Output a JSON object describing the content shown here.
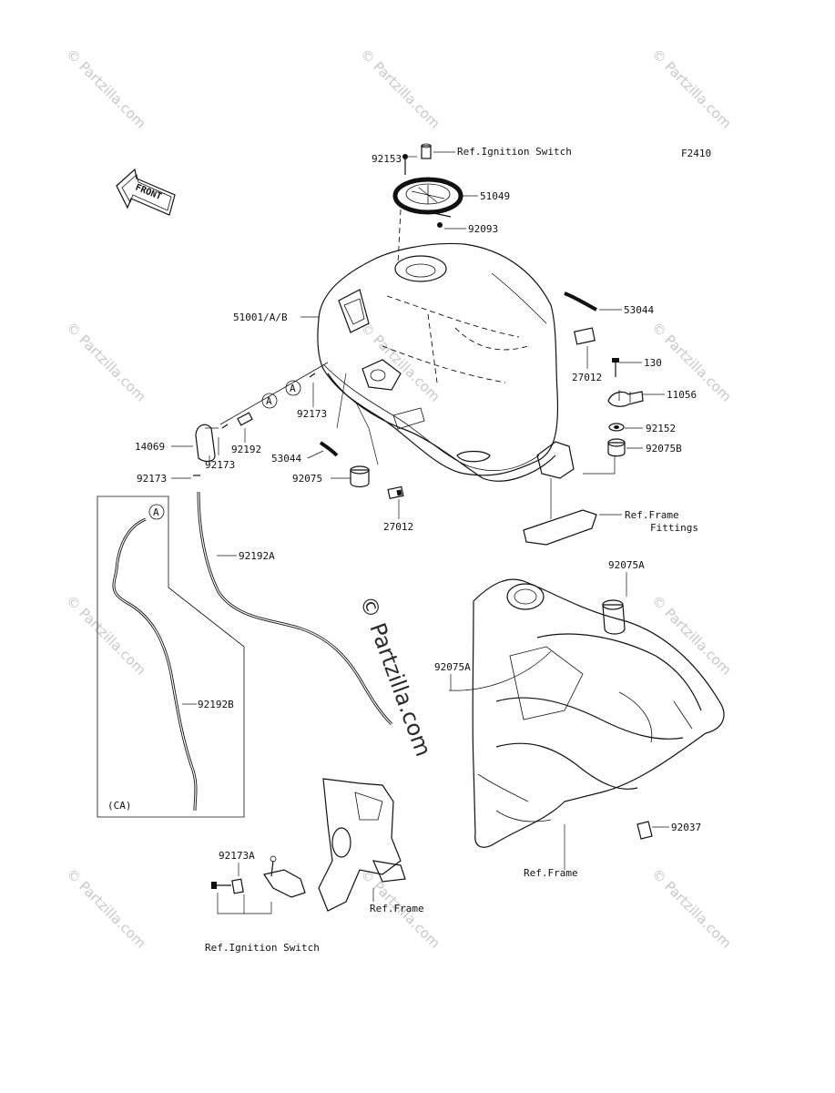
{
  "diagram_code": "F2410",
  "front_label": "FRONT",
  "callout_A": "A",
  "inset_label": "(CA)",
  "watermark_text": "© Partzilla.com",
  "colors": {
    "line": "#111111",
    "watermark": "#c8c8c8",
    "background": "#ffffff"
  },
  "labels": {
    "p92153": "92153",
    "ref_ignition_top": "Ref.Ignition Switch",
    "p51049": "51049",
    "p92093": "92093",
    "p51001": "51001/A/B",
    "p53044_top": "53044",
    "p27012_right": "27012",
    "p130": "130",
    "p11056": "11056",
    "p92152": "92152",
    "p92075B": "92075B",
    "p92173_mid": "92173",
    "p14069": "14069",
    "p92192": "92192",
    "p92173_low": "92173",
    "p53044_low": "53044",
    "p92173_left": "92173",
    "p92075": "92075",
    "p27012_bottom": "27012",
    "ref_frame_fittings_1": "Ref.Frame",
    "ref_frame_fittings_2": "Fittings",
    "p92192A": "92192A",
    "p92075A_top": "92075A",
    "p92075A_mid": "92075A",
    "p92192B": "92192B",
    "p92037": "92037",
    "ref_frame_right": "Ref.Frame",
    "p92173A": "92173A",
    "ref_frame_left": "Ref.Frame",
    "ref_ignition_bottom": "Ref.Ignition Switch"
  }
}
